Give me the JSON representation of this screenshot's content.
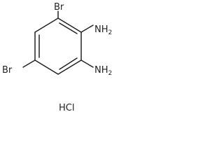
{
  "molecule": {
    "substituents": {
      "br_top": "Br",
      "br_left": "Br",
      "nh2_top": "NH",
      "nh2_bottom": "NH",
      "subscript": "2"
    },
    "salt": "HCl"
  }
}
